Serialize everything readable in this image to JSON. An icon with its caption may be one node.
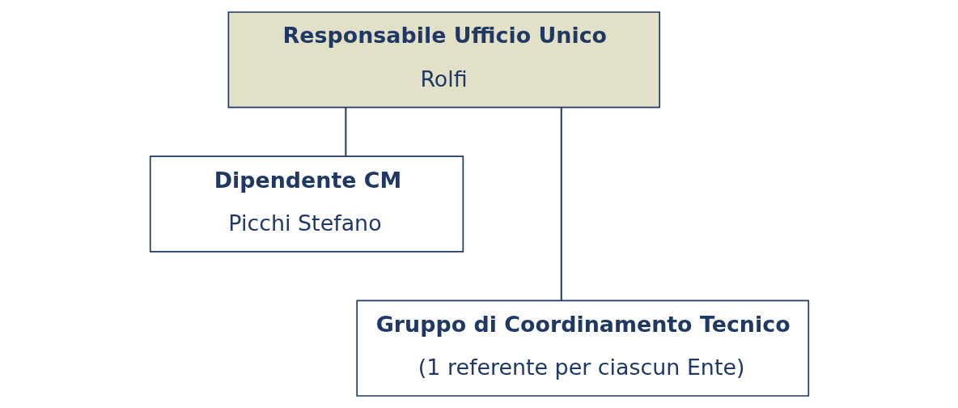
{
  "diagram": {
    "nodes": [
      {
        "text": [
          "Responsabile Ufficio Unico",
          "Rolfi"
        ]
      },
      {
        "text": [
          "Dipendente CM",
          "Picchi Stefano"
        ]
      },
      {
        "text": [
          "Gruppo di Coordinamento Tecnico",
          "(1 referente per ciascun Ente)"
        ]
      }
    ],
    "edges": [
      {
        "from": 0,
        "to": 1,
        "arrow": "none"
      },
      {
        "from": 0,
        "to": 2,
        "arrow": "none"
      }
    ]
  }
}
